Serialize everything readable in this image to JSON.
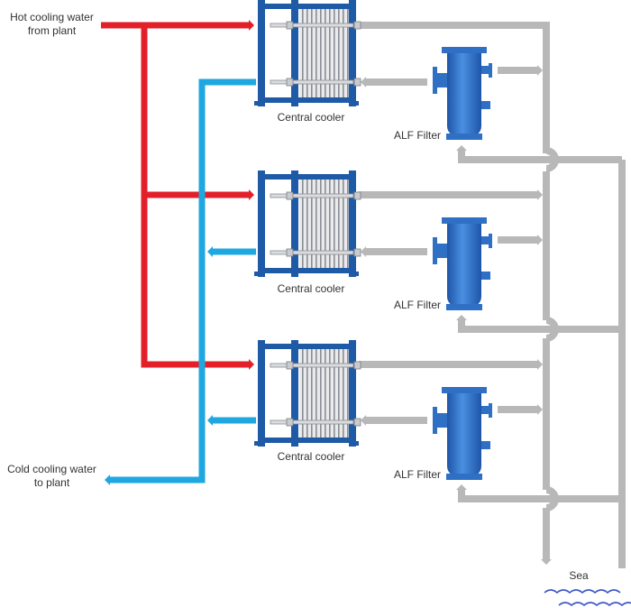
{
  "labels": {
    "hot_in": [
      "Hot cooling water",
      "from plant"
    ],
    "cold_out": [
      "Cold cooling water",
      "to plant"
    ],
    "sea": "Sea"
  },
  "units": [
    {
      "cooler_label": "Central cooler",
      "filter_label": "ALF Filter"
    },
    {
      "cooler_label": "Central cooler",
      "filter_label": "ALF Filter"
    },
    {
      "cooler_label": "Central cooler",
      "filter_label": "ALF Filter"
    }
  ],
  "colors": {
    "hot": "#e3202a",
    "cold": "#1ea7e0",
    "sea_water": "#b8b8b8",
    "frame": "#1f5aa6",
    "filter": "#2f6fc4",
    "wave": "#3a55c8"
  }
}
